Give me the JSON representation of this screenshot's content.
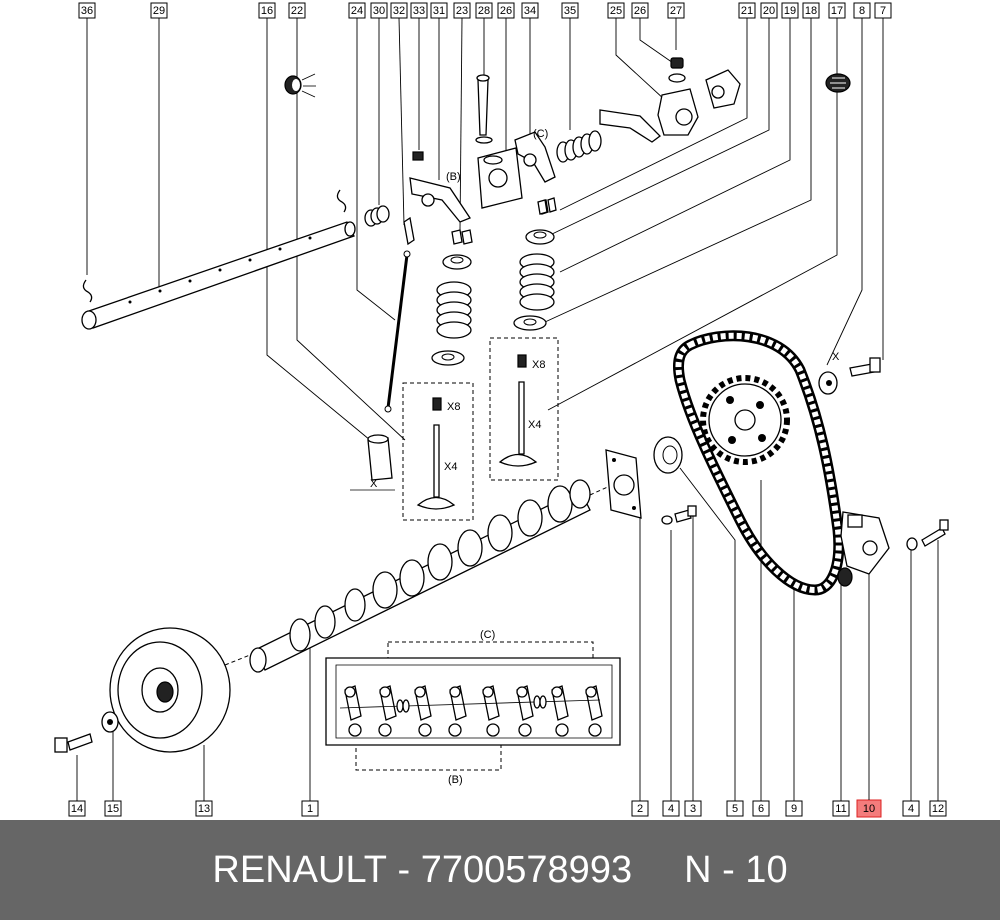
{
  "diagram": {
    "top_labels": [
      "36",
      "29",
      "16",
      "22",
      "24",
      "30",
      "32",
      "33",
      "31",
      "23",
      "28",
      "26",
      "34",
      "35",
      "25",
      "26",
      "27",
      "21",
      "20",
      "19",
      "18",
      "17",
      "8",
      "7"
    ],
    "bottom_labels": [
      "14",
      "15",
      "13",
      "1",
      "2",
      "4",
      "3",
      "5",
      "6",
      "9",
      "11",
      "10",
      "4",
      "12"
    ],
    "highlighted_label": "10",
    "annotations": {
      "group_c_top": "(C)",
      "group_b_top": "(B)",
      "group_c_bottom": "(C)",
      "group_b_bottom": "(B)",
      "x8_a": "X8",
      "x4_a": "X4",
      "x8_b": "X8",
      "x4_b": "X4",
      "dim_x_a": "X",
      "dim_x_b": "X"
    }
  },
  "footer": {
    "brand": "RENAULT",
    "dash": "-",
    "part_number": "7700578993",
    "position": "N - 10"
  },
  "colors": {
    "footer_bg": "#666666",
    "highlight": "#f47c7c"
  }
}
